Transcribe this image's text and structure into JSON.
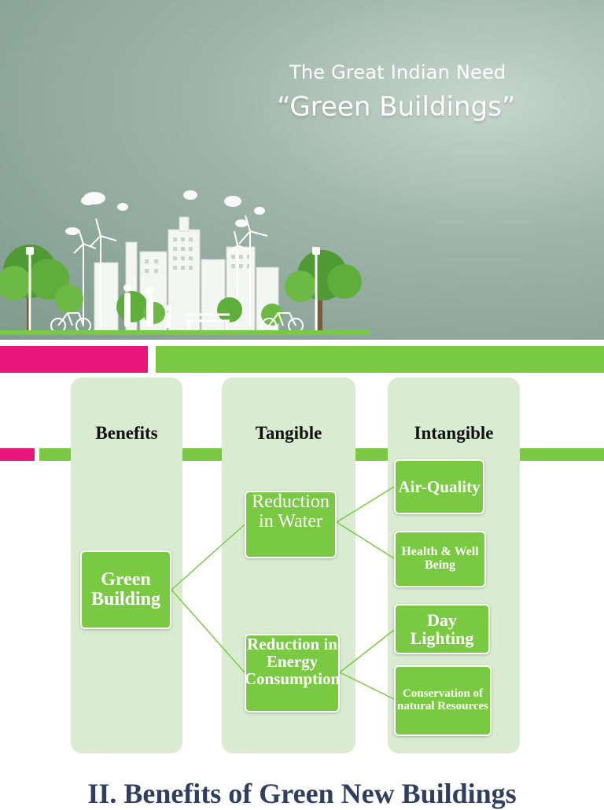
{
  "header": {
    "kicker": "The Great Indian Need",
    "title": "“Green Buildings”"
  },
  "columns": {
    "benefits": "Benefits",
    "tangible": "Tangible",
    "intangible": "Intangible"
  },
  "nodes": {
    "green_building": "Green Building",
    "reduction_water": "Reduction in Water",
    "reduction_energy": "Reduction in Energy Consumption",
    "air_quality": "Air-Quality",
    "health": "Health & Well Being",
    "day_lighting": "Day Lighting",
    "conservation": "Conservation of natural Resources"
  },
  "footer": {
    "title": "II. Benefits of Green New Buildings"
  },
  "colors": {
    "accent_pink": "#e8157a",
    "accent_green": "#7ac943",
    "panel": "#d9ecd1",
    "connector": "#7ac943"
  }
}
